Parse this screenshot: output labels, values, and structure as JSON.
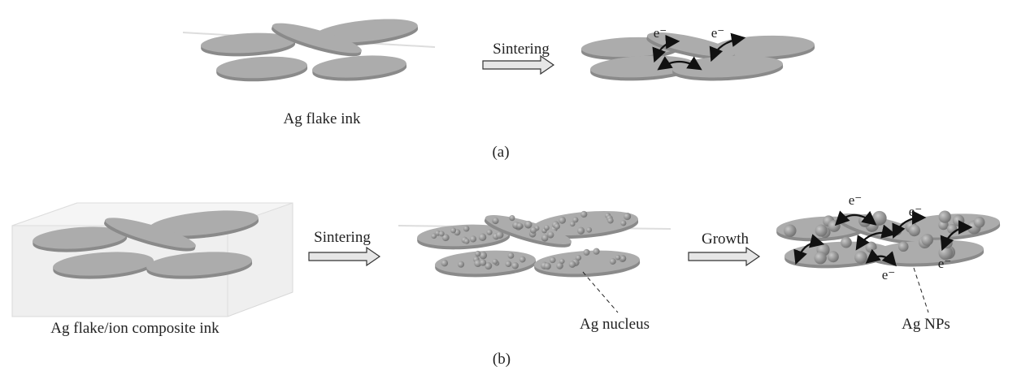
{
  "panel_a": {
    "ink_label": "Ag flake ink",
    "arrow_label": "Sintering",
    "electron_labels": [
      "e⁻",
      "e⁻"
    ],
    "caption": "(a)"
  },
  "panel_b": {
    "ink_label": "Ag flake/ion composite ink",
    "arrow1_label": "Sintering",
    "arrow2_label": "Growth",
    "nucleus_label": "Ag nucleus",
    "nps_label": "Ag NPs",
    "electron_labels": [
      "e⁻",
      "e⁻",
      "e⁻",
      "e⁻"
    ],
    "caption": "(b)"
  },
  "colors": {
    "flake": "#acacac",
    "flake_edge": "#8a8a8a",
    "particle": "#8e8e8e",
    "arrow_fill": "#e6e6e6"
  }
}
